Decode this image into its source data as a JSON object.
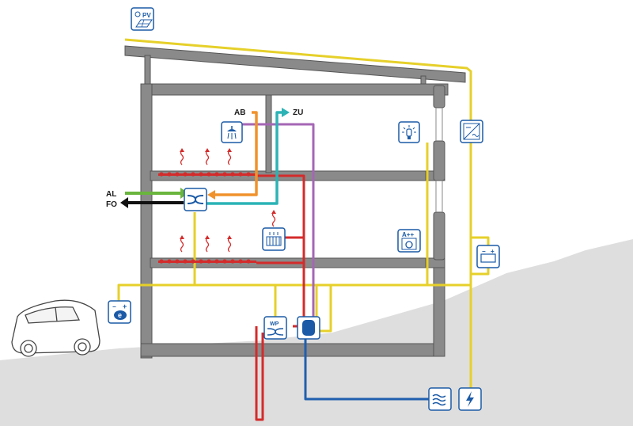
{
  "labels": {
    "exhaust": "AB",
    "supply": "ZU",
    "outside_air": "AL",
    "exhaust_out": "FO",
    "pv": "PV",
    "heat_pump": "WP",
    "appliance_rating": "A++",
    "battery_minus": "−",
    "battery_plus": "+",
    "ev_minus": "−",
    "ev_plus": "+",
    "ev_letter": "e"
  },
  "colors": {
    "electric": "#e6d02a",
    "heating": "#d42b2b",
    "cold_water": "#1f5fae",
    "exhaust_air": "#f0922c",
    "supply_air": "#2bb3b5",
    "outside_air": "#6ab53d",
    "discharge_air": "#111111",
    "hot_water": "#a566b5",
    "structure": "#8a8a8a",
    "structure_dark": "#555555",
    "icon_border": "#1a5aa6",
    "ground": "#dedede"
  },
  "icons": [
    "pv-icon",
    "shower-icon",
    "lamp-icon",
    "inverter-icon",
    "heat-exchanger-icon",
    "radiator-icon",
    "washing-machine-icon",
    "battery-icon",
    "ev-charger-icon",
    "heat-pump-icon",
    "storage-tank-icon",
    "ground-source-icon",
    "grid-icon"
  ]
}
